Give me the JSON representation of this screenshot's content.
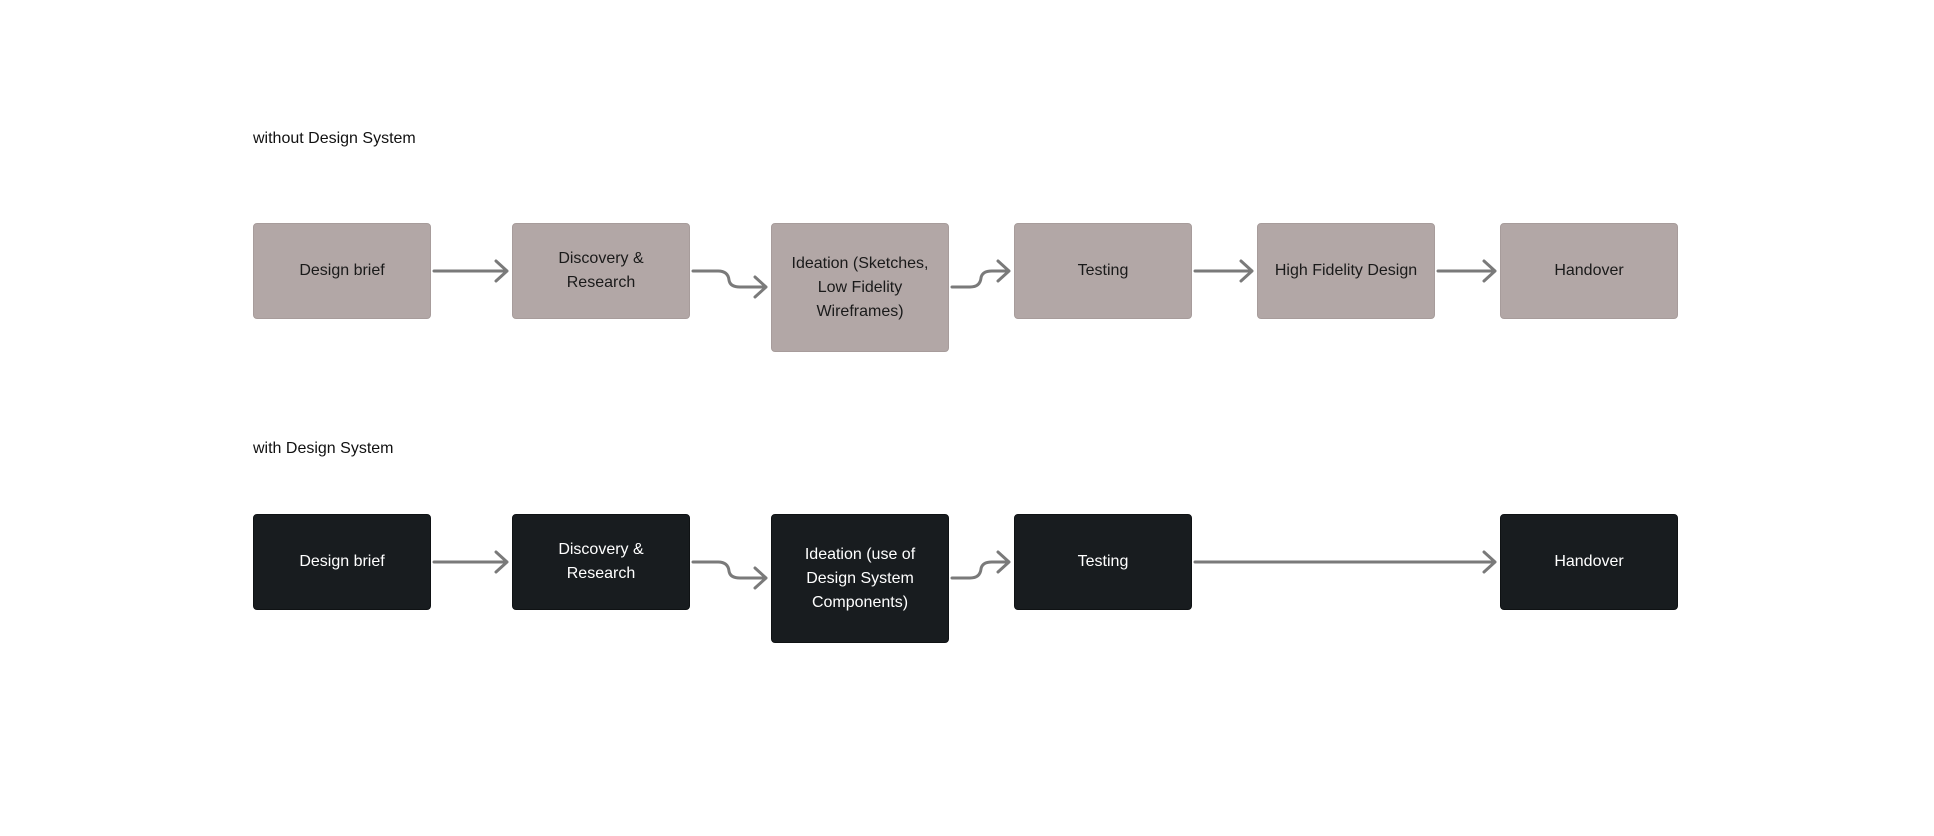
{
  "sections": {
    "without": {
      "label": "without Design System",
      "steps": [
        "Design brief",
        "Discovery & Research",
        "Ideation (Sketches, Low Fidelity Wireframes)",
        "Testing",
        "High Fidelity Design",
        "Handover"
      ]
    },
    "with": {
      "label": "with Design System",
      "steps": [
        "Design brief",
        "Discovery & Research",
        "Ideation (use of Design System Components)",
        "Testing",
        "Handover"
      ]
    }
  },
  "colors": {
    "light_box": "#b2a7a6",
    "dark_box": "#181c1f",
    "connector": "#7a7a7a"
  }
}
